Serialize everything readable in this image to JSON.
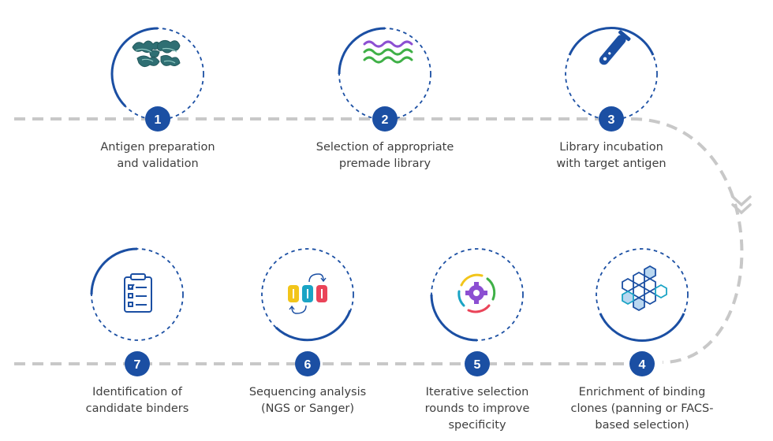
{
  "colors": {
    "primary_blue": "#1b4fa3",
    "dash_gray": "#c8c8c8",
    "text": "#3f3f3f",
    "accent_teal": "#1aa4c5",
    "accent_yellow": "#f2c51a",
    "accent_red": "#ea4459",
    "accent_purple": "#8c4fd2",
    "accent_green": "#3fb047"
  },
  "steps": [
    {
      "number": "1",
      "line1": "Antigen preparation",
      "line2": "and validation",
      "line3": "",
      "line4": "",
      "icon": "protein-structure-icon"
    },
    {
      "number": "2",
      "line1": "Selection of appropriate",
      "line2": "premade library",
      "line3": "",
      "line4": "",
      "icon": "dna-wave-icon"
    },
    {
      "number": "3",
      "line1": "Library incubation",
      "line2": "with target antigen",
      "line3": "",
      "line4": "",
      "icon": "test-tube-icon"
    },
    {
      "number": "4",
      "line1": "Enrichment of binding",
      "line2": "clones (panning or FACS-",
      "line3": "based selection)",
      "line4": "",
      "icon": "hexagon-network-icon"
    },
    {
      "number": "5",
      "line1": "Iterative selection",
      "line2": "rounds to improve",
      "line3": "specificity",
      "line4": "",
      "icon": "cycle-gear-icon"
    },
    {
      "number": "6",
      "line1": "Sequencing analysis",
      "line2": "(NGS or Sanger)",
      "line3": "",
      "line4": "",
      "icon": "sequencing-blocks-icon"
    },
    {
      "number": "7",
      "line1": "Identification of",
      "line2": "candidate binders",
      "line3": "",
      "line4": "",
      "icon": "clipboard-checklist-icon"
    }
  ]
}
